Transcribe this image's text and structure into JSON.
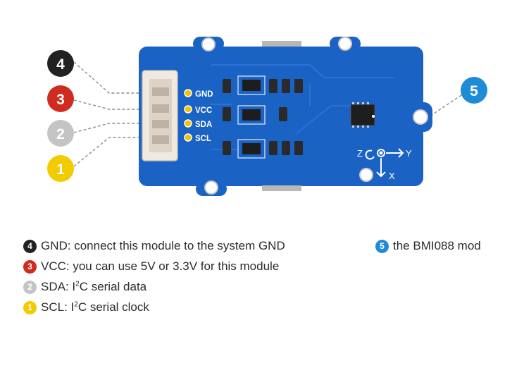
{
  "colors": {
    "pin_4": "#222222",
    "pin_3": "#cf2b1f",
    "pin_2": "#c4c4c4",
    "pin_1": "#f2cb00",
    "pin_5": "#1f8ad6",
    "board": "#1a62c4",
    "pad": "#f0c400",
    "connector": "#efe9e2"
  },
  "callouts": [
    {
      "number": "4",
      "color_key": "pin_4"
    },
    {
      "number": "3",
      "color_key": "pin_3"
    },
    {
      "number": "2",
      "color_key": "pin_2"
    },
    {
      "number": "1",
      "color_key": "pin_1"
    },
    {
      "number": "5",
      "color_key": "pin_5"
    }
  ],
  "board": {
    "pins": [
      "GND",
      "VCC",
      "SDA",
      "SCL"
    ],
    "axes": {
      "z": "Z",
      "x": "X",
      "y": "Y"
    }
  },
  "legend": [
    {
      "badge": "4",
      "color_key": "pin_4",
      "text": "GND: connect this module to the system GND"
    },
    {
      "badge": "3",
      "color_key": "pin_3",
      "text": "VCC: you can use 5V or 3.3V for this module"
    },
    {
      "badge": "2",
      "color_key": "pin_2",
      "prefix": "SDA: I",
      "sup": "2",
      "suffix": "C serial data"
    },
    {
      "badge": "1",
      "color_key": "pin_1",
      "prefix": "SCL: I",
      "sup": "2",
      "suffix": "C serial clock"
    },
    {
      "badge": "5",
      "color_key": "pin_5",
      "text": "the BMI088 mod"
    }
  ]
}
